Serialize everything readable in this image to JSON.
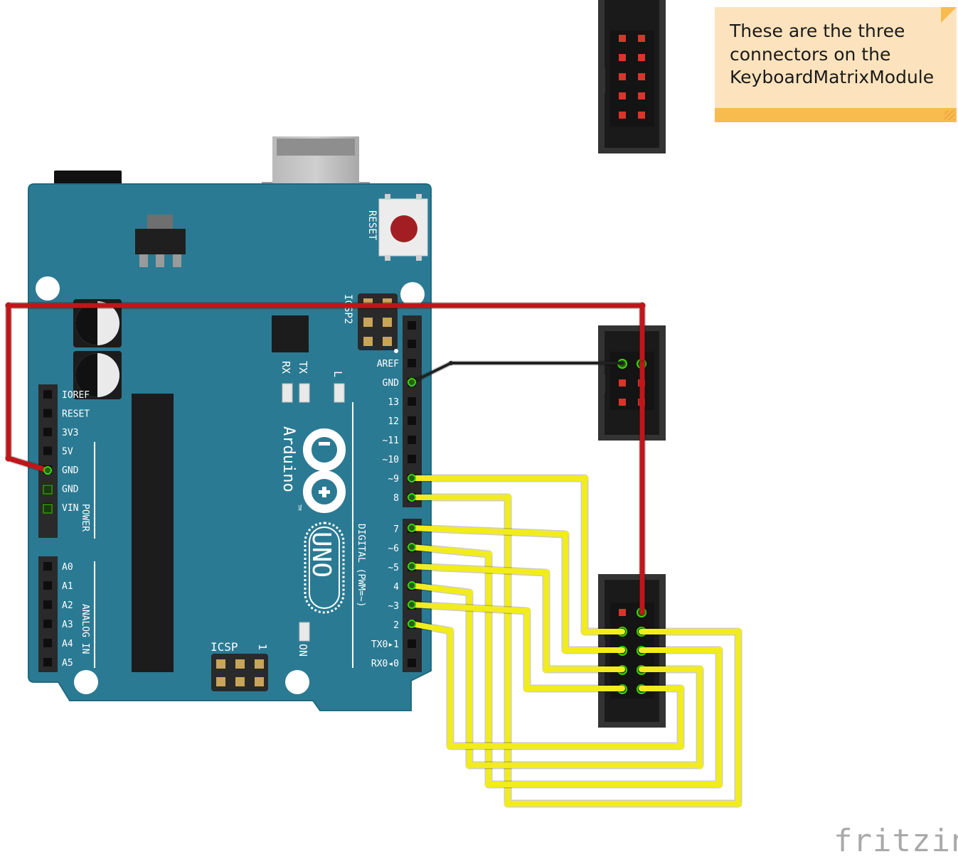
{
  "note": {
    "lines": [
      "These are the three",
      "connectors on the",
      "KeyboardMatrixModule"
    ]
  },
  "brand": "fritzing",
  "board": {
    "name": "Arduino",
    "model": "UNO",
    "trademark": "TM",
    "reset_label": "RESET",
    "icsp2_label": "ICSP2",
    "icsp_label": "ICSP",
    "icsp_pin1": "1",
    "rx_label": "RX",
    "tx_label": "TX",
    "l_label": "L",
    "on_label": "ON",
    "power_label": "POWER",
    "analog_label": "ANALOG IN",
    "digital_label": "DIGITAL (PWM=~)",
    "power_pins": [
      "IOREF",
      "RESET",
      "3V3",
      "5V",
      "GND",
      "GND",
      "VIN"
    ],
    "analog_pins": [
      "A0",
      "A1",
      "A2",
      "A3",
      "A4",
      "A5"
    ],
    "digital_top": [
      "AREF",
      "GND",
      "13",
      "12",
      "~11",
      "~10",
      "~9",
      "8"
    ],
    "digital_bottom": [
      "7",
      "~6",
      "~5",
      "4",
      "~3",
      "2",
      "TX0▸1",
      "RX0◂0"
    ]
  },
  "colors": {
    "board": "#2b7a93",
    "board_edge": "#1f6a80",
    "header": "#2a2a2a",
    "wire_power": "#c0161a",
    "wire_ground": "#202020",
    "wire_signal": "#f2ec1c",
    "connector": "#333333",
    "note_bg": "#fde3bd",
    "note_bar": "#f8bb4e"
  }
}
